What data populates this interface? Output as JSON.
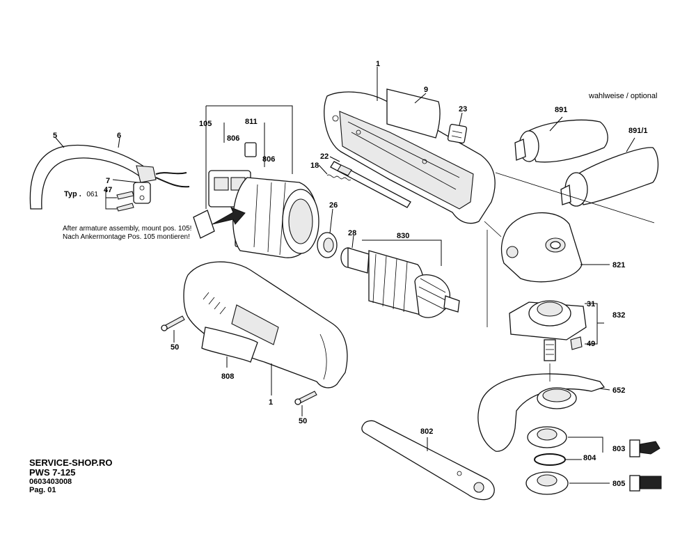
{
  "header": {
    "optional_label": "wahlweise / optional"
  },
  "notes": {
    "type_prefix": "Typ .",
    "type_value": "061",
    "assembly_note_en": "After armature assembly, mount pos. 105!",
    "assembly_note_de": "Nach Ankermontage Pos. 105 montieren!"
  },
  "footer": {
    "shop": "SERVICE-SHOP.RO",
    "model": "PWS 7-125",
    "part_number": "0603403008",
    "page": "Pag. 01"
  },
  "parts": {
    "p1_top": "1",
    "p1_bottom": "1",
    "p5": "5",
    "p6": "6",
    "p7": "7",
    "p9": "9",
    "p18": "18",
    "p22": "22",
    "p23": "23",
    "p26": "26",
    "p28": "28",
    "p31": "31",
    "p47": "47",
    "p49": "49",
    "p50_a": "50",
    "p50_b": "50",
    "p105": "105",
    "p652": "652",
    "p802": "802",
    "p803": "803",
    "p804": "804",
    "p805": "805",
    "p806_a": "806",
    "p806_b": "806",
    "p808": "808",
    "p811": "811",
    "p821": "821",
    "p830": "830",
    "p832": "832",
    "p891": "891",
    "p891_1": "891/1"
  }
}
